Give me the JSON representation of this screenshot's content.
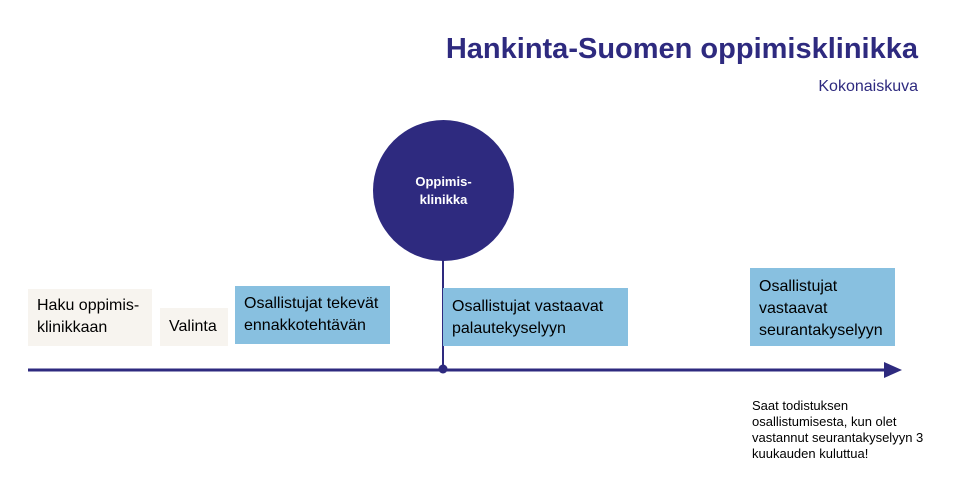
{
  "header": {
    "title": "Hankinta-Suomen oppimisklinikka",
    "subtitle": "Kokonaiskuva"
  },
  "circle": {
    "label": "Oppimis-klinikka"
  },
  "steps": [
    {
      "label": "Haku oppimis-klinikkaan"
    },
    {
      "label": "Valinta"
    },
    {
      "label": "Osallistujat tekevät ennakkotehtävän"
    },
    {
      "label": "Osallistujat vastaavat palautekyselyyn"
    },
    {
      "label": "Osallistujat vastaavat seurantakyselyyn"
    }
  ],
  "note": "Saat todistuksen osallistumisesta, kun olet vastannut seurantakyselyyn 3 kuukauden kuluttua!",
  "colors": {
    "navy": "#2e2a7f",
    "blue": "#88c0e0",
    "beige": "#f7f4ef"
  }
}
